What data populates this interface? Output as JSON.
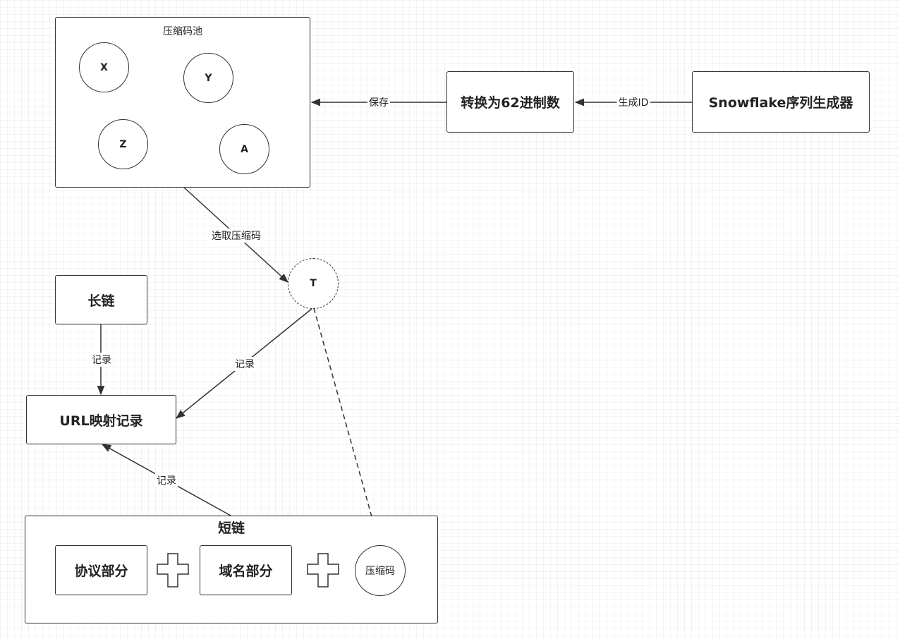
{
  "pool": {
    "title": "压缩码池",
    "items": [
      "X",
      "Y",
      "Z",
      "A"
    ]
  },
  "convert": {
    "label": "转换为62进制数"
  },
  "generator": {
    "label": "Snowflake序列生成器"
  },
  "edges": {
    "save": "保存",
    "gen_id": "生成ID",
    "pick": "选取压缩码",
    "record_long": "记录",
    "record_t": "记录",
    "record_short": "记录"
  },
  "selected": {
    "label": "T"
  },
  "long_link": {
    "label": "长链"
  },
  "mapping": {
    "label": "URL映射记录"
  },
  "short_link": {
    "title": "短链",
    "protocol": "协议部分",
    "domain": "域名部分",
    "code": "压缩码"
  }
}
